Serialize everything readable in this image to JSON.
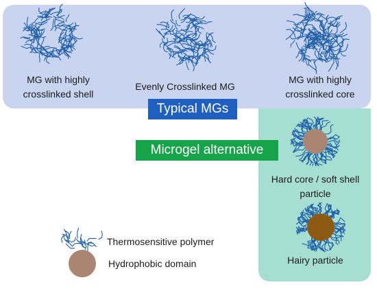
{
  "colors": {
    "typical_panel": "#c9d5f0",
    "alternative_panel": "#a7ded2",
    "polymer": "#1f5fa8",
    "hydrophobic_domain": "#a98572",
    "hairy_core": "#8c5a12",
    "typical_tag": "#1f5fbf",
    "alternative_tag": "#16a34a"
  },
  "typical_mgs": {
    "title": "Typical MGs",
    "items": [
      {
        "line1": "MG with highly",
        "line2": "crosslinked shell",
        "icon": "shell-crosslinked-microgel-icon"
      },
      {
        "line1": "Evenly Crosslinked MG",
        "line2": "",
        "icon": "evenly-crosslinked-microgel-icon"
      },
      {
        "line1": "MG with highly",
        "line2": "crosslinked core",
        "icon": "core-crosslinked-microgel-icon"
      }
    ]
  },
  "alternative": {
    "title": "Microgel alternative",
    "items": [
      {
        "line1": "Hard core / soft shell",
        "line2": "particle",
        "icon": "core-shell-particle-icon"
      },
      {
        "line1": "Hairy particle",
        "line2": "",
        "icon": "hairy-particle-icon"
      }
    ]
  },
  "legend": {
    "polymer_label": "Thermosensitive polymer",
    "domain_label": "Hydrophobic domain"
  }
}
